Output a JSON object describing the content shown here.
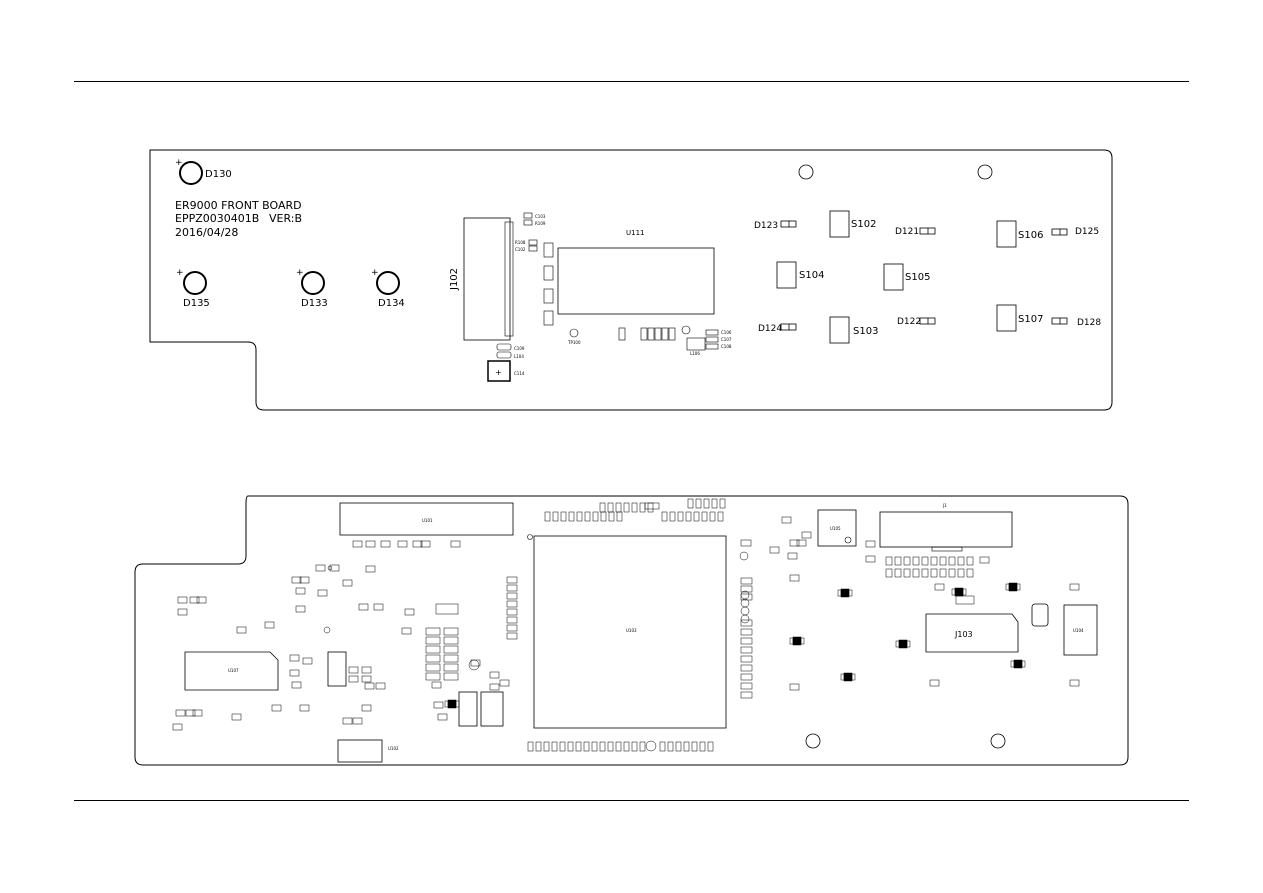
{
  "top_board": {
    "title": "ER9000 FRONT BOARD",
    "part": "EPPZ0030401B",
    "version": "VER:B",
    "date": "2016/04/28",
    "leds": [
      "D130",
      "D135",
      "D133",
      "D134"
    ],
    "connector": "J102",
    "ic": "U111",
    "switches": [
      "S102",
      "S104",
      "S105",
      "S103",
      "S106",
      "S107"
    ],
    "diodes": [
      "D123",
      "D121",
      "D125",
      "D124",
      "D122",
      "D128"
    ],
    "small_parts": [
      "C103",
      "R109",
      "R108",
      "C102",
      "C109",
      "L104",
      "C114",
      "TP100",
      "C106",
      "C107",
      "C108",
      "L106"
    ],
    "plus_sign": "+"
  },
  "bottom_board": {
    "labels": [
      "U107",
      "U105",
      "J103",
      "U104",
      "U103",
      "U102",
      "U101",
      "J1"
    ]
  }
}
